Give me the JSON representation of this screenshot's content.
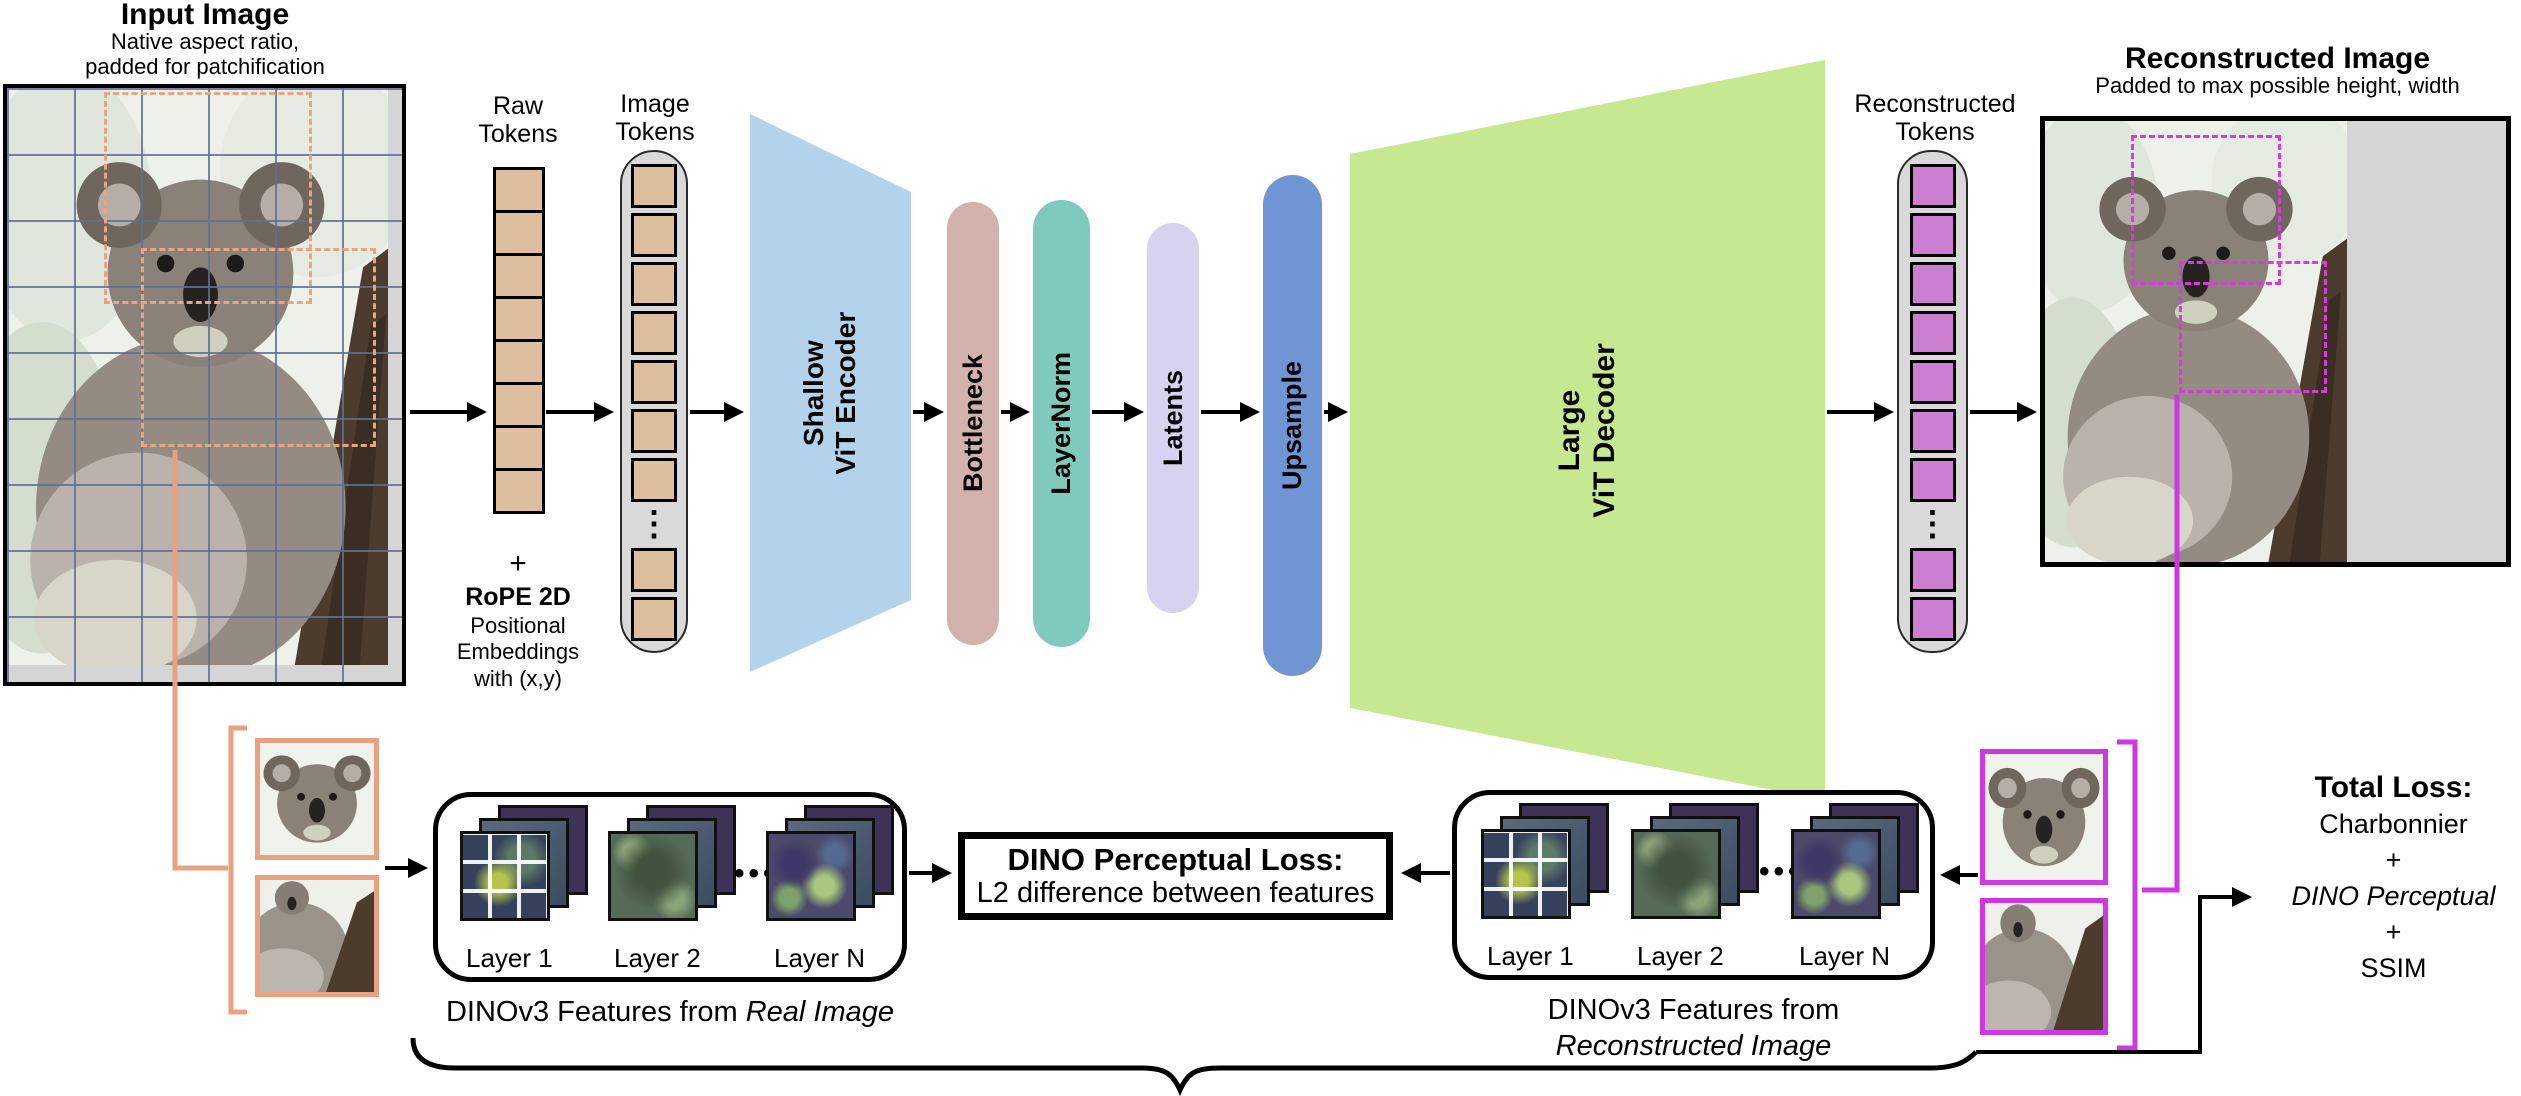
{
  "input_image": {
    "title": "Input Image",
    "subtitle_line1": "Native aspect ratio,",
    "subtitle_line2": "padded for patchification"
  },
  "raw_tokens": {
    "label_line1": "Raw",
    "label_line2": "Tokens",
    "plus": "+",
    "rope_bold": "RoPE 2D",
    "rope_line1": "Positional",
    "rope_line2": "Embeddings",
    "rope_line3": "with (x,y)"
  },
  "image_tokens": {
    "label_line1": "Image",
    "label_line2": "Tokens",
    "ellipsis": "⋮"
  },
  "encoder": {
    "label_line1": "Shallow",
    "label_line2": "ViT Encoder"
  },
  "pills": {
    "bottleneck": "Bottleneck",
    "layernorm": "LayerNorm",
    "latents": "Latents",
    "upsample": "Upsample"
  },
  "decoder": {
    "label_line1": "Large",
    "label_line2": "ViT Decoder"
  },
  "reconstructed_tokens": {
    "label_line1": "Reconstructed",
    "label_line2": "Tokens",
    "ellipsis": "⋮"
  },
  "reconstructed_image": {
    "title": "Reconstructed Image",
    "subtitle": "Padded to max possible height, width"
  },
  "dino_real": {
    "layer1": "Layer 1",
    "layer2": "Layer 2",
    "layerN": "Layer N",
    "dots": "•••",
    "caption_prefix": "DINOv3 Features from",
    "caption_italic": "Real Image"
  },
  "dino_recon": {
    "layer1": "Layer 1",
    "layer2": "Layer 2",
    "layerN": "Layer N",
    "dots": "•••",
    "caption_line1": "DINOv3 Features from",
    "caption_line2": "Reconstructed Image"
  },
  "loss_box": {
    "title": "DINO Perceptual Loss:",
    "subtitle": "L2 difference between features"
  },
  "total_loss": {
    "title": "Total Loss:",
    "term1": "Charbonnier",
    "plus1": "+",
    "term2": "DINO Perceptual",
    "plus2": "+",
    "term3": "SSIM"
  },
  "colors": {
    "token_tan": "#ddbf9f",
    "token_plum": "#ca7fd0",
    "token_container_gray": "#d9d9d9",
    "encoder_blue": "#b3d3ec",
    "bottleneck_rose": "#d4b2ac",
    "layernorm_teal": "#7fc9bd",
    "latents_lavender": "#d7d2ef",
    "upsample_blue": "#7095d4",
    "decoder_green": "#c6e890",
    "orange_accent": "#e8a181",
    "magenta_accent": "#d036e2",
    "padding_gray": "#d5d5d5",
    "grid_blue": "#606e98"
  }
}
